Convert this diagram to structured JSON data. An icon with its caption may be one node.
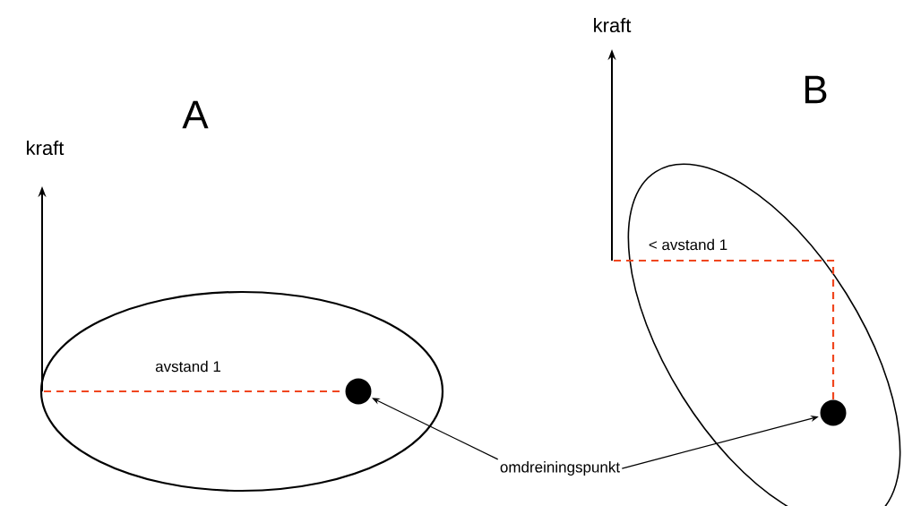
{
  "diagram": {
    "nodes": [
      {
        "text": [
          "omdreiningspunkt"
        ]
      },
      {
        "text": [],
        "shape": "circle"
      },
      {
        "text": [],
        "shape": "circle"
      }
    ],
    "edges": [
      {
        "from": 0,
        "to": 1,
        "arrow": "to"
      },
      {
        "from": 0,
        "to": 2,
        "arrow": "to"
      }
    ],
    "labels": [
      "A",
      "kraft",
      "avstand 1",
      "kraft",
      "B",
      "< avstand 1"
    ]
  }
}
